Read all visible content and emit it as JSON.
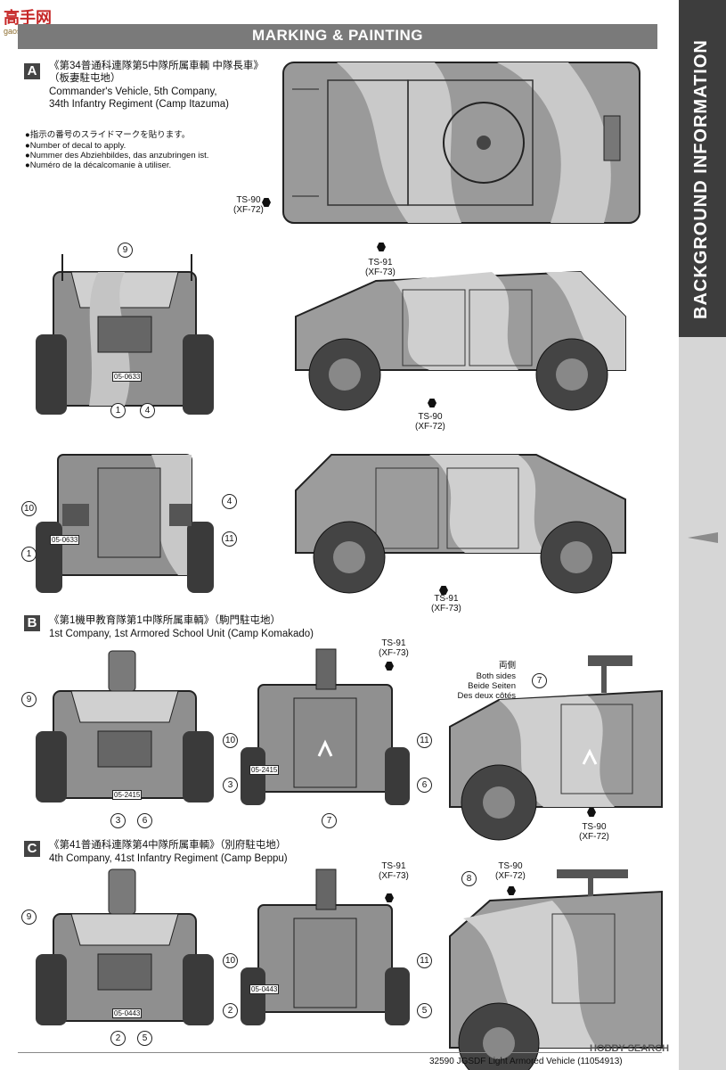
{
  "watermark": {
    "main": "高手网",
    "sub": "gaoshou.com"
  },
  "header": {
    "title": "MARKING & PAINTING"
  },
  "sidebar": {
    "title": "BACKGROUND INFORMATION"
  },
  "section_a": {
    "letter": "A",
    "jp_title": "《第34普通科連隊第5中隊所属車輌 中隊長車》",
    "jp_sub": "（板妻駐屯地）",
    "en_title": "Commander's Vehicle, 5th Company,",
    "en_title2": "34th Infantry Regiment (Camp Itazuma)",
    "notes": [
      "●指示の番号のスライドマークを貼ります。",
      "●Number of decal to apply.",
      "●Nummer des Abziehbildes, das anzubringen ist.",
      "●Numéro de la décalcomanie à utiliser."
    ],
    "plate": "05-0633",
    "colors": [
      {
        "code": "TS-90",
        "paint": "(XF-72)"
      },
      {
        "code": "TS-91",
        "paint": "(XF-73)"
      },
      {
        "code": "TS-90",
        "paint": "(XF-72)"
      },
      {
        "code": "TS-91",
        "paint": "(XF-73)"
      }
    ],
    "decals": [
      "9",
      "1",
      "4",
      "10",
      "4",
      "11",
      "1"
    ]
  },
  "section_b": {
    "letter": "B",
    "jp_title": "《第1機甲教育隊第1中隊所属車輌》（駒門駐屯地）",
    "en_title": "1st Company, 1st Armored School Unit (Camp Komakado)",
    "both_sides": [
      "両側",
      "Both sides",
      "Beide Seiten",
      "Des deux côtés"
    ],
    "plate": "05-2415",
    "colors": [
      {
        "code": "TS-91",
        "paint": "(XF-73)"
      },
      {
        "code": "TS-90",
        "paint": "(XF-72)"
      }
    ],
    "decals": [
      "9",
      "3",
      "6",
      "10",
      "11",
      "3",
      "6",
      "7",
      "7"
    ]
  },
  "section_c": {
    "letter": "C",
    "jp_title": "《第41普通科連隊第4中隊所属車輌》（別府駐屯地）",
    "en_title": "4th Company, 41st Infantry Regiment (Camp Beppu)",
    "plate": "05-0443",
    "colors": [
      {
        "code": "TS-91",
        "paint": "(XF-73)"
      },
      {
        "code": "TS-90",
        "paint": "(XF-72)"
      }
    ],
    "decals": [
      "9",
      "2",
      "5",
      "10",
      "11",
      "2",
      "5",
      "8"
    ]
  },
  "footer": {
    "text": "32590 JGSDF Light Armored Vehicle (11054913)",
    "brand": "HOBBY SEARCH"
  }
}
